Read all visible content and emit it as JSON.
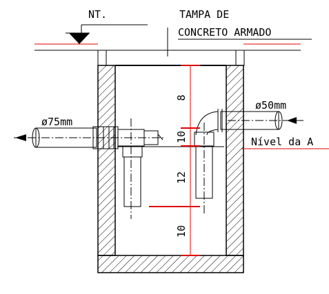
{
  "labels": {
    "level_marker": "NT.",
    "cover_line1": "TAMPA DE",
    "cover_line2": "CONCRETO ARMADO",
    "outlet_pipe": "ø75mm",
    "inlet_pipe": "ø50mm",
    "water_level": "Nível  da  A"
  },
  "dimensions": [
    "8",
    "10",
    "12",
    "10"
  ],
  "colors": {
    "lines": "#000000",
    "dimension_lines": "#e00000",
    "background": "#ffffff"
  }
}
